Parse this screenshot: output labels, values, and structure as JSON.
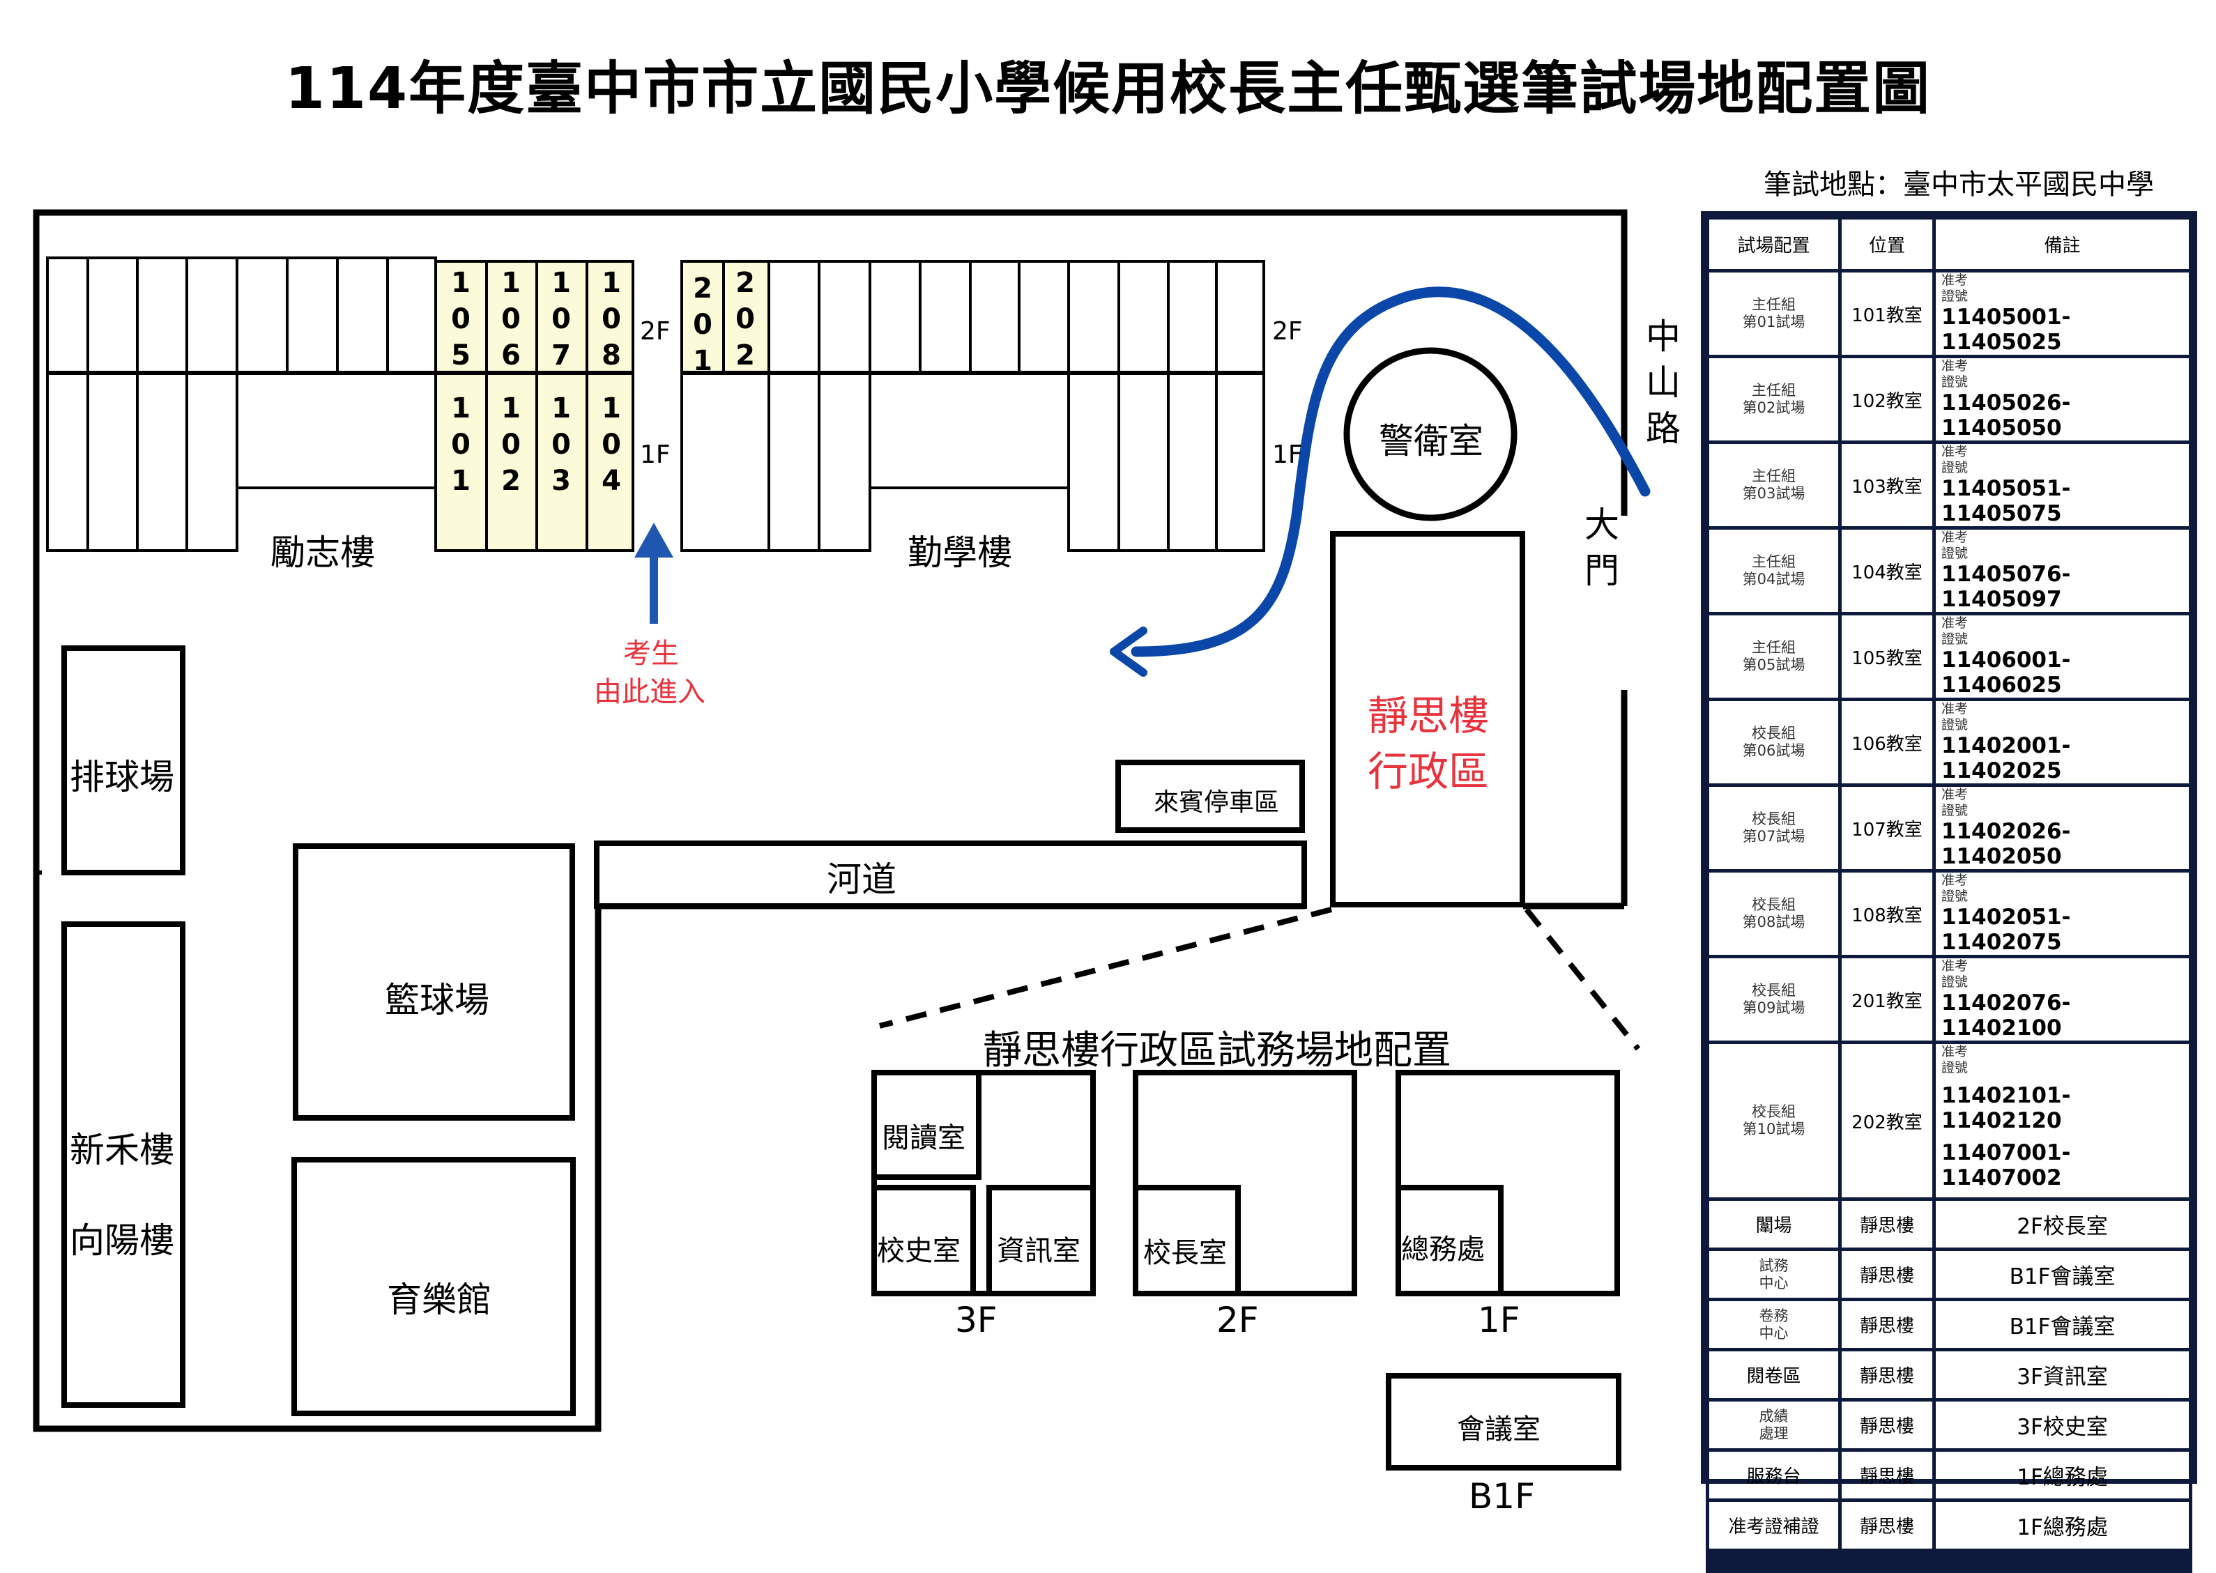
{
  "title": "114年度臺中市市立國民小學候用校長主任甄選筆試場地配置圖",
  "location": "筆試地點：臺中市太平國民中學",
  "map": {
    "buildings": {
      "lizhi": "勵志樓",
      "qinxue": "勤學樓",
      "guard": "警衛室",
      "jingsi_line1": "靜思樓",
      "jingsi_line2": "行政區",
      "volleyball": "排球場",
      "basketball": "籃球場",
      "xinhe": "新禾樓",
      "xiangyang": "向陽樓",
      "yule": "育樂館",
      "parking": "來賓停車區",
      "river": "河道"
    },
    "road_chars": [
      "中",
      "山",
      "路"
    ],
    "gate_chars": [
      "大",
      "門"
    ],
    "floor_2f": "2F",
    "floor_1f": "1F",
    "entry_line1": "考生",
    "entry_line2": "由此進入",
    "rooms_2f": [
      {
        "digits": [
          "1",
          "0",
          "5"
        ]
      },
      {
        "digits": [
          "1",
          "0",
          "6"
        ]
      },
      {
        "digits": [
          "1",
          "0",
          "7"
        ]
      },
      {
        "digits": [
          "1",
          "0",
          "8"
        ]
      },
      {
        "digits": [
          "2",
          "0",
          "1"
        ]
      },
      {
        "digits": [
          "2",
          "0",
          "2"
        ]
      }
    ],
    "rooms_1f": [
      {
        "digits": [
          "1",
          "0",
          "1"
        ]
      },
      {
        "digits": [
          "1",
          "0",
          "2"
        ]
      },
      {
        "digits": [
          "1",
          "0",
          "3"
        ]
      },
      {
        "digits": [
          "1",
          "0",
          "4"
        ]
      }
    ],
    "colors": {
      "highlight_room": "#fbfbd9",
      "route_arrow": "#0b47a8",
      "entry_arrow": "#1e56b0",
      "jingsi_text": "#e8323c"
    }
  },
  "detail": {
    "title": "靜思樓行政區試務場地配置",
    "f3": {
      "reading": "閱讀室",
      "history": "校史室",
      "info": "資訊室",
      "label": "3F"
    },
    "f2": {
      "principal": "校長室",
      "label": "2F"
    },
    "f1": {
      "general": "總務處",
      "label": "1F"
    },
    "b1": {
      "meeting": "會議室",
      "label": "B1F"
    }
  },
  "table": {
    "headers": [
      "試場配置",
      "位置",
      "備註"
    ],
    "exam_rows": [
      {
        "group": "主任組",
        "site": "第01試場",
        "pos": "101教室",
        "zk1": "准考",
        "zk2": "證號",
        "range": [
          "11405001-11405025"
        ]
      },
      {
        "group": "主任組",
        "site": "第02試場",
        "pos": "102教室",
        "zk1": "准考",
        "zk2": "證號",
        "range": [
          "11405026-11405050"
        ]
      },
      {
        "group": "主任組",
        "site": "第03試場",
        "pos": "103教室",
        "zk1": "准考",
        "zk2": "證號",
        "range": [
          "11405051-11405075"
        ]
      },
      {
        "group": "主任組",
        "site": "第04試場",
        "pos": "104教室",
        "zk1": "准考",
        "zk2": "證號",
        "range": [
          "11405076-11405097"
        ]
      },
      {
        "group": "主任組",
        "site": "第05試場",
        "pos": "105教室",
        "zk1": "准考",
        "zk2": "證號",
        "range": [
          "11406001-11406025"
        ]
      },
      {
        "group": "校長組",
        "site": "第06試場",
        "pos": "106教室",
        "zk1": "准考",
        "zk2": "證號",
        "range": [
          "11402001-11402025"
        ]
      },
      {
        "group": "校長組",
        "site": "第07試場",
        "pos": "107教室",
        "zk1": "准考",
        "zk2": "證號",
        "range": [
          "11402026-11402050"
        ]
      },
      {
        "group": "校長組",
        "site": "第08試場",
        "pos": "108教室",
        "zk1": "准考",
        "zk2": "證號",
        "range": [
          "11402051-11402075"
        ]
      },
      {
        "group": "校長組",
        "site": "第09試場",
        "pos": "201教室",
        "zk1": "准考",
        "zk2": "證號",
        "range": [
          "11402076-11402100"
        ]
      },
      {
        "group": "校長組",
        "site": "第10試場",
        "pos": "202教室",
        "zk1": "准考",
        "zk2": "證號",
        "range": [
          "11402101-11402120",
          "11407001-11407002"
        ]
      }
    ],
    "service_rows": [
      {
        "name": [
          "闈場"
        ],
        "pos": "靜思樓",
        "note": "2F校長室"
      },
      {
        "name": [
          "試務",
          "中心"
        ],
        "pos": "靜思樓",
        "note": "B1F會議室"
      },
      {
        "name": [
          "卷務",
          "中心"
        ],
        "pos": "靜思樓",
        "note": "B1F會議室"
      },
      {
        "name": [
          "閱卷區"
        ],
        "pos": "靜思樓",
        "note": "3F資訊室"
      },
      {
        "name": [
          "成績",
          "處理"
        ],
        "pos": "靜思樓",
        "note": "3F校史室"
      },
      {
        "name": [
          "服務台"
        ],
        "pos": "靜思樓",
        "note": "1F總務處"
      },
      {
        "name": [
          "准考證補證"
        ],
        "pos": "靜思樓",
        "note": "1F總務處"
      }
    ],
    "empty_rows": 6
  }
}
